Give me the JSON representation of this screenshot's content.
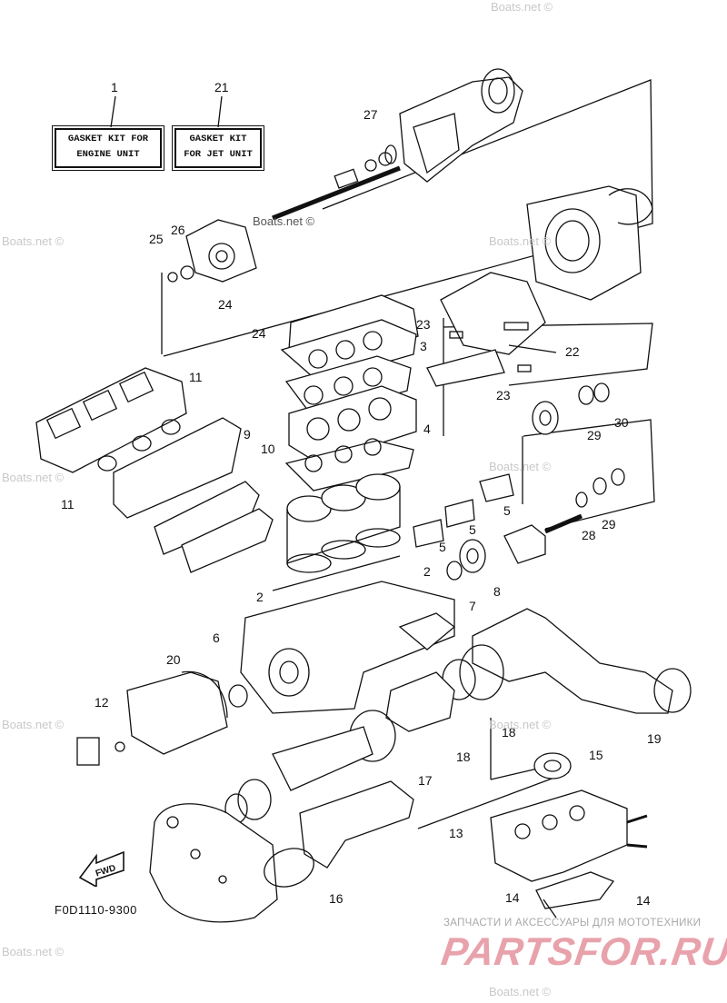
{
  "kits": [
    {
      "callout": "1",
      "lines": [
        "GASKET KIT FOR",
        "ENGINE UNIT"
      ]
    },
    {
      "callout": "21",
      "lines": [
        "GASKET KIT",
        "FOR JET UNIT"
      ]
    }
  ],
  "callouts": [
    "27",
    "26",
    "25",
    "24",
    "24",
    "23",
    "3",
    "22",
    "23",
    "11",
    "9",
    "10",
    "4",
    "30",
    "29",
    "11",
    "5",
    "5",
    "5",
    "28",
    "29",
    "2",
    "7",
    "8",
    "2",
    "6",
    "20",
    "12",
    "18",
    "19",
    "18",
    "17",
    "15",
    "13",
    "16",
    "14",
    "14"
  ],
  "watermark_text": "Boats.net ©",
  "figure_code": "F0D1110-9300",
  "fwd_label": "FWD",
  "brand": {
    "tagline": "ЗАПЧАСТИ И АКСЕССУАРЫ ДЛЯ МОТОТЕХНИКИ",
    "logo": "PARTSFOR.RU",
    "logo_color": "#e8a2ab"
  },
  "colors": {
    "ink": "#111111",
    "watermark": "#c8c8c8"
  }
}
